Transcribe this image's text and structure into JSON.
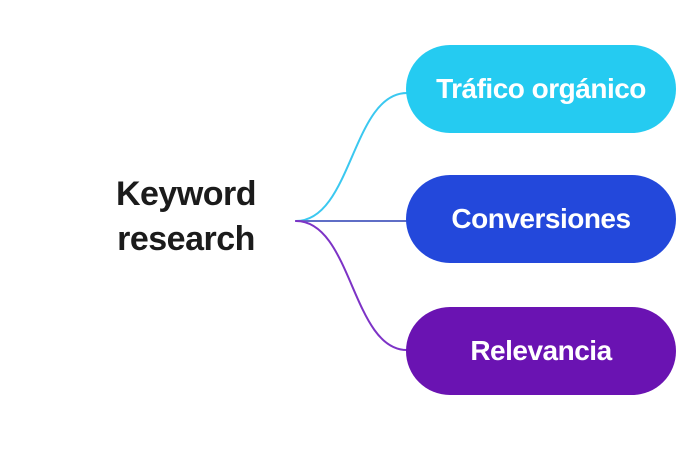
{
  "background": "#ffffff",
  "mindmap": {
    "root": {
      "label": "Keyword research",
      "text_color": "#1b1b1b"
    },
    "branches": [
      {
        "label": "Tráfico orgánico",
        "fill": "#25cbf1",
        "connector_color": "#3bc8f0",
        "text_color": "#ffffff"
      },
      {
        "label": "Conversiones",
        "fill": "#2348db",
        "connector_color": "#5f6ec6",
        "text_color": "#ffffff"
      },
      {
        "label": "Relevancia",
        "fill": "#6a13b2",
        "connector_color": "#7d33c6",
        "text_color": "#ffffff"
      }
    ]
  }
}
